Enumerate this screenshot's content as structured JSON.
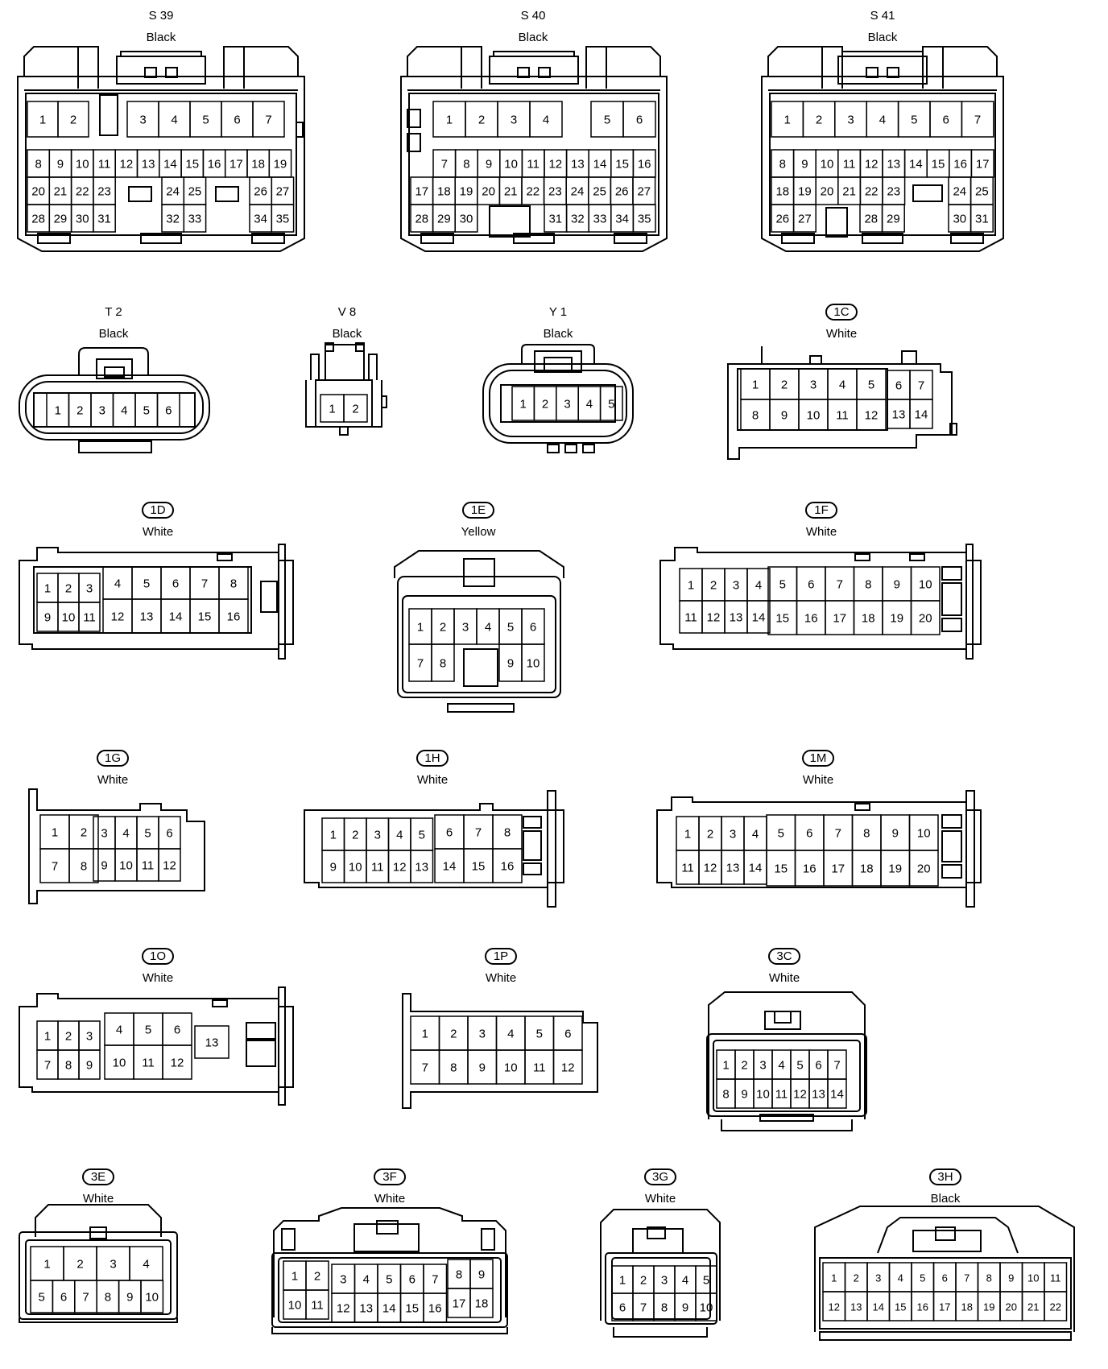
{
  "connectors": [
    {
      "id": "S39",
      "name": "S 39",
      "color": "Black",
      "oval": false,
      "pins": [
        "1",
        "2",
        "3",
        "4",
        "5",
        "6",
        "7",
        "8",
        "9",
        "10",
        "11",
        "12",
        "13",
        "14",
        "15",
        "16",
        "17",
        "18",
        "19",
        "20",
        "21",
        "22",
        "23",
        "24",
        "25",
        "26",
        "27",
        "28",
        "29",
        "30",
        "31",
        "32",
        "33",
        "34",
        "35"
      ]
    },
    {
      "id": "S40",
      "name": "S 40",
      "color": "Black",
      "oval": false,
      "pins": [
        "1",
        "2",
        "3",
        "4",
        "5",
        "6",
        "7",
        "8",
        "9",
        "10",
        "11",
        "12",
        "13",
        "14",
        "15",
        "16",
        "17",
        "18",
        "19",
        "20",
        "21",
        "22",
        "23",
        "24",
        "25",
        "26",
        "27",
        "28",
        "29",
        "30",
        "31",
        "32",
        "33",
        "34",
        "35"
      ]
    },
    {
      "id": "S41",
      "name": "S 41",
      "color": "Black",
      "oval": false,
      "pins": [
        "1",
        "2",
        "3",
        "4",
        "5",
        "6",
        "7",
        "8",
        "9",
        "10",
        "11",
        "12",
        "13",
        "14",
        "15",
        "16",
        "17",
        "18",
        "19",
        "20",
        "21",
        "22",
        "23",
        "24",
        "25",
        "26",
        "27",
        "28",
        "29",
        "30",
        "31"
      ]
    },
    {
      "id": "T2",
      "name": "T 2",
      "color": "Black",
      "oval": false,
      "pins": [
        "1",
        "2",
        "3",
        "4",
        "5",
        "6"
      ]
    },
    {
      "id": "V8",
      "name": "V 8",
      "color": "Black",
      "oval": false,
      "pins": [
        "1",
        "2"
      ]
    },
    {
      "id": "Y1",
      "name": "Y 1",
      "color": "Black",
      "oval": false,
      "pins": [
        "1",
        "2",
        "3",
        "4",
        "5"
      ]
    },
    {
      "id": "1C",
      "name": "1C",
      "color": "White",
      "oval": true,
      "pins": [
        "1",
        "2",
        "3",
        "4",
        "5",
        "6",
        "7",
        "8",
        "9",
        "10",
        "11",
        "12",
        "13",
        "14"
      ]
    },
    {
      "id": "1D",
      "name": "1D",
      "color": "White",
      "oval": true,
      "pins": [
        "1",
        "2",
        "3",
        "4",
        "5",
        "6",
        "7",
        "8",
        "9",
        "10",
        "11",
        "12",
        "13",
        "14",
        "15",
        "16"
      ]
    },
    {
      "id": "1E",
      "name": "1E",
      "color": "Yellow",
      "oval": true,
      "pins": [
        "1",
        "2",
        "3",
        "4",
        "5",
        "6",
        "7",
        "8",
        "9",
        "10"
      ]
    },
    {
      "id": "1F",
      "name": "1F",
      "color": "White",
      "oval": true,
      "pins": [
        "1",
        "2",
        "3",
        "4",
        "5",
        "6",
        "7",
        "8",
        "9",
        "10",
        "11",
        "12",
        "13",
        "14",
        "15",
        "16",
        "17",
        "18",
        "19",
        "20"
      ]
    },
    {
      "id": "1G",
      "name": "1G",
      "color": "White",
      "oval": true,
      "pins": [
        "1",
        "2",
        "3",
        "4",
        "5",
        "6",
        "7",
        "8",
        "9",
        "10",
        "11",
        "12"
      ]
    },
    {
      "id": "1H",
      "name": "1H",
      "color": "White",
      "oval": true,
      "pins": [
        "1",
        "2",
        "3",
        "4",
        "5",
        "6",
        "7",
        "8",
        "9",
        "10",
        "11",
        "12",
        "13",
        "14",
        "15",
        "16"
      ]
    },
    {
      "id": "1M",
      "name": "1M",
      "color": "White",
      "oval": true,
      "pins": [
        "1",
        "2",
        "3",
        "4",
        "5",
        "6",
        "7",
        "8",
        "9",
        "10",
        "11",
        "12",
        "13",
        "14",
        "15",
        "16",
        "17",
        "18",
        "19",
        "20"
      ]
    },
    {
      "id": "1O",
      "name": "1O",
      "color": "White",
      "oval": true,
      "pins": [
        "1",
        "2",
        "3",
        "4",
        "5",
        "6",
        "7",
        "8",
        "9",
        "10",
        "11",
        "12",
        "13"
      ]
    },
    {
      "id": "1P",
      "name": "1P",
      "color": "White",
      "oval": true,
      "pins": [
        "1",
        "2",
        "3",
        "4",
        "5",
        "6",
        "7",
        "8",
        "9",
        "10",
        "11",
        "12"
      ]
    },
    {
      "id": "3C",
      "name": "3C",
      "color": "White",
      "oval": true,
      "pins": [
        "1",
        "2",
        "3",
        "4",
        "5",
        "6",
        "7",
        "8",
        "9",
        "10",
        "11",
        "12",
        "13",
        "14"
      ]
    },
    {
      "id": "3E",
      "name": "3E",
      "color": "White",
      "oval": true,
      "pins": [
        "1",
        "2",
        "3",
        "4",
        "5",
        "6",
        "7",
        "8",
        "9",
        "10"
      ]
    },
    {
      "id": "3F",
      "name": "3F",
      "color": "White",
      "oval": true,
      "pins": [
        "1",
        "2",
        "3",
        "4",
        "5",
        "6",
        "7",
        "8",
        "9",
        "10",
        "11",
        "12",
        "13",
        "14",
        "15",
        "16",
        "17",
        "18"
      ]
    },
    {
      "id": "3G",
      "name": "3G",
      "color": "White",
      "oval": true,
      "pins": [
        "1",
        "2",
        "3",
        "4",
        "5",
        "6",
        "7",
        "8",
        "9",
        "10"
      ]
    },
    {
      "id": "3H",
      "name": "3H",
      "color": "Black",
      "oval": true,
      "pins": [
        "1",
        "2",
        "3",
        "4",
        "5",
        "6",
        "7",
        "8",
        "9",
        "10",
        "11",
        "12",
        "13",
        "14",
        "15",
        "16",
        "17",
        "18",
        "19",
        "20",
        "21",
        "22"
      ]
    }
  ]
}
